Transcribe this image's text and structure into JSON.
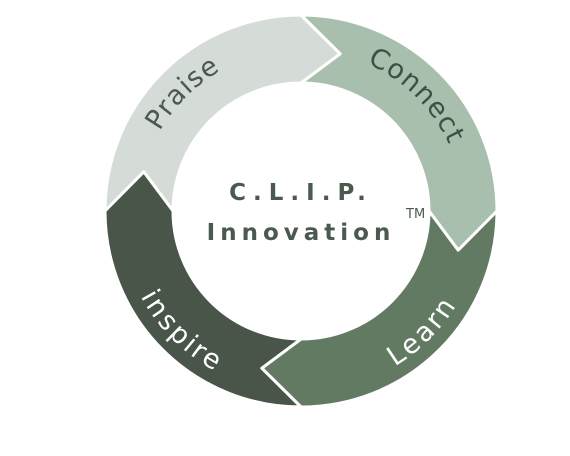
{
  "diagram": {
    "center": {
      "line1": "C.L.I.P.",
      "line2": "Innovation",
      "mark": "TM"
    },
    "segments": [
      {
        "label": "Praise",
        "color": "#d5dcd7",
        "text_color": "#4a5a4e"
      },
      {
        "label": "Connect",
        "color": "#a9bfae",
        "text_color": "#3f4f43"
      },
      {
        "label": "Learn",
        "color": "#627a62",
        "text_color": "#ffffff"
      },
      {
        "label": "inspire",
        "color": "#4a5549",
        "text_color": "#ffffff"
      }
    ]
  }
}
